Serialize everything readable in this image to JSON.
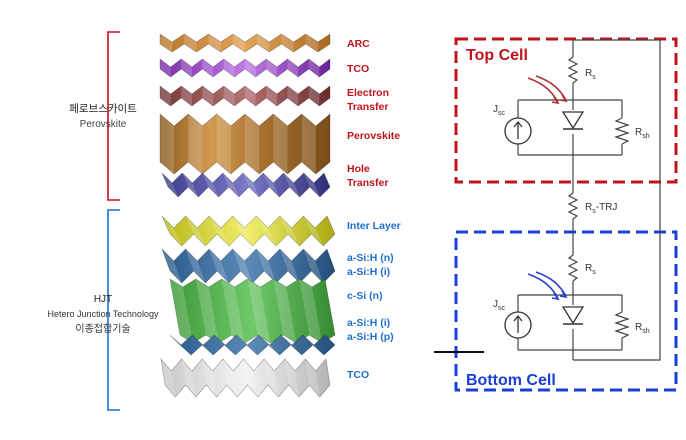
{
  "left": {
    "groups": [
      {
        "label_kr": "페로브스카이트",
        "label_en": "Perovskite"
      },
      {
        "label_en1": "HJT",
        "label_en2": "Hetero Junction Technology",
        "label_kr": "이종접합기술"
      }
    ],
    "layers": [
      {
        "text": "ARC",
        "color": "#c0141c"
      },
      {
        "text": "TCO",
        "color": "#c0141c"
      },
      {
        "text1": "Electron",
        "text2": "Transfer",
        "color": "#c0141c"
      },
      {
        "text": "Perovskite",
        "color": "#c0141c"
      },
      {
        "text1": "Hole",
        "text2": "Transfer",
        "color": "#c0141c"
      },
      {
        "text": "Inter Layer",
        "color": "#1f6fd1"
      },
      {
        "text1": "a-Si:H (n)",
        "text2": "a-Si:H (i)",
        "color": "#1f6fd1"
      },
      {
        "text": "c-Si (n)",
        "color": "#1f6fd1"
      },
      {
        "text1": "a-Si:H (i)",
        "text2": "a-Si:H (p)",
        "color": "#1f6fd1"
      },
      {
        "text": "TCO",
        "color": "#1f6fd1"
      }
    ]
  },
  "circuit": {
    "top_cell_label": "Top Cell",
    "bottom_cell_label": "Bottom Cell",
    "top_color": "#c0141c",
    "bottom_color": "#1a3fd6",
    "rs_label": "R",
    "rs_sub": "s",
    "rsh_label": "R",
    "rsh_sub": "sh",
    "jsc_label": "J",
    "jsc_sub": "sc",
    "trj_label": "R",
    "trj_sub": "s",
    "trj_suffix": "-TRJ"
  }
}
